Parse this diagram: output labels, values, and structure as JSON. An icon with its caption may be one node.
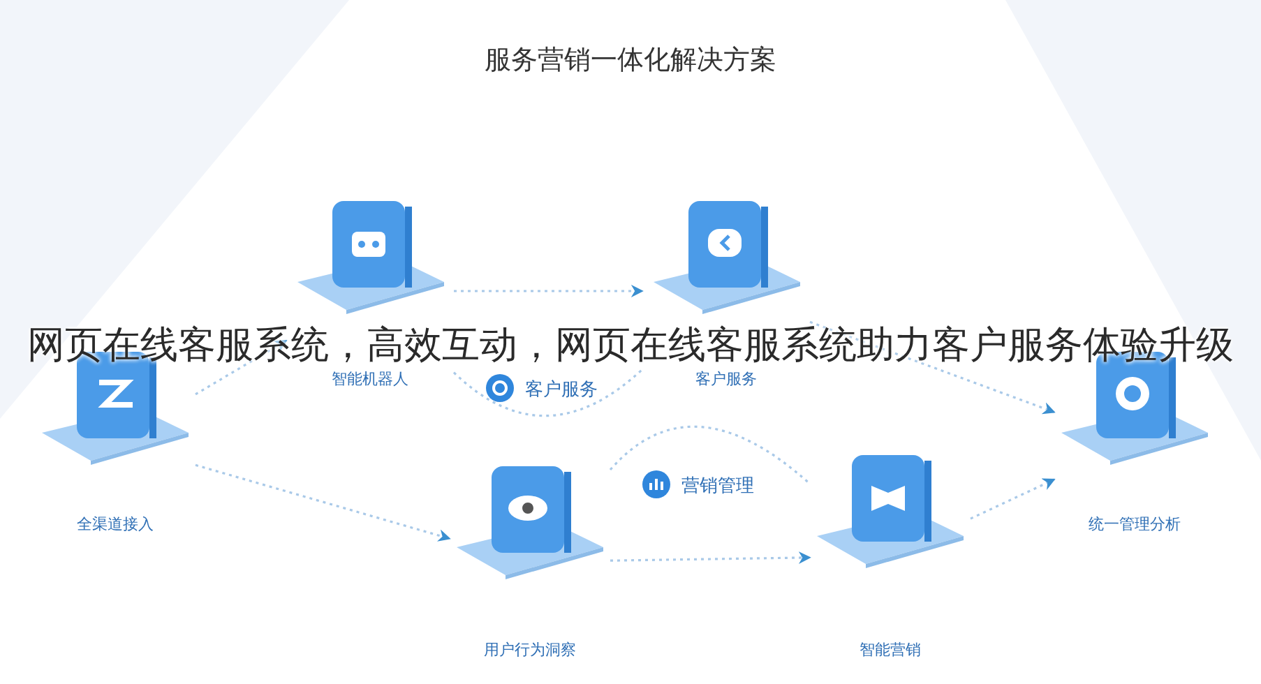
{
  "diagram": {
    "title": "服务营销一体化解决方案",
    "caption": "网页在线客服系统，高效互动，网页在线客服系统助力客户服务体验升级",
    "nodes": [
      {
        "text": [
          "全渠道接入"
        ]
      },
      {
        "text": [
          "智能机器人"
        ]
      },
      {
        "text": [
          "客户服务"
        ]
      },
      {
        "text": [
          "统一管理分析"
        ]
      },
      {
        "text": [
          "用户行为洞察"
        ]
      },
      {
        "text": [
          "智能营销"
        ]
      }
    ],
    "edges": [
      {
        "from": 0,
        "to": 1,
        "arrow": "to",
        "style": "dashed"
      },
      {
        "from": 1,
        "to": 2,
        "arrow": "to",
        "style": "dashed"
      },
      {
        "from": 2,
        "to": 3,
        "arrow": "to",
        "style": "dashed"
      },
      {
        "from": 0,
        "to": 4,
        "arrow": "to",
        "style": "dashed"
      },
      {
        "from": 4,
        "to": 5,
        "arrow": "to",
        "style": "dashed"
      },
      {
        "from": 5,
        "to": 3,
        "arrow": "to",
        "style": "dashed"
      },
      {
        "from": 1,
        "to": 2,
        "arrow": "none",
        "style": "dashed"
      },
      {
        "from": 4,
        "to": 5,
        "arrow": "none",
        "style": "dashed"
      }
    ],
    "labels": [
      "客户服务",
      "营销管理"
    ]
  }
}
